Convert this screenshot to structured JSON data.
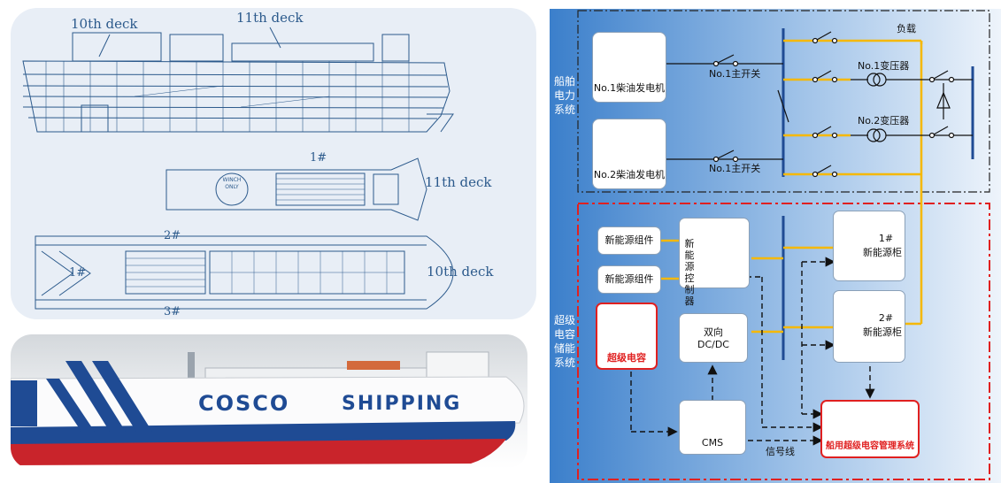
{
  "blueprint": {
    "label_10th_deck_top": "10th deck",
    "label_11th_deck_top": "11th deck",
    "label_11th_deck_plan": "11th deck",
    "label_10th_deck_plan": "10th deck",
    "hold_1_upper": "1#",
    "hold_2": "2#",
    "hold_1_lower": "1#",
    "hold_3": "3#",
    "winch_text": "WINCH ONLY"
  },
  "ship_photo": {
    "word_1": "COSCO",
    "word_2": "SHIPPING"
  },
  "system": {
    "top_section_label": "船舶电力系统",
    "bottom_section_label": "超级电容储能系统",
    "load_label": "负载",
    "generator_1": "No.1柴油发电机",
    "generator_2": "No.2柴油发电机",
    "main_switch_1": "No.1主开关",
    "main_switch_2": "No.1主开关",
    "transformer_1": "No.1变压器",
    "transformer_2": "No.2变压器",
    "new_energy_module_1": "新能源组件",
    "new_energy_module_2": "新能源组件",
    "controller": "新能源控制器",
    "supercap": "超级电容",
    "dcdc_line1": "双向",
    "dcdc_line2": "DC/DC",
    "cabinet_1_num": "1#",
    "cabinet_1_name": "新能源柜",
    "cabinet_2_num": "2#",
    "cabinet_2_name": "新能源柜",
    "cms": "CMS",
    "signal_line": "信号线",
    "management_system": "船用超级电容管理系统"
  },
  "colors": {
    "power_line": "#f5b800",
    "red_border": "#e02020",
    "blueprint_ink": "#2c5a8c",
    "hull_blue": "#1f4b94",
    "hull_red": "#c9242b"
  }
}
